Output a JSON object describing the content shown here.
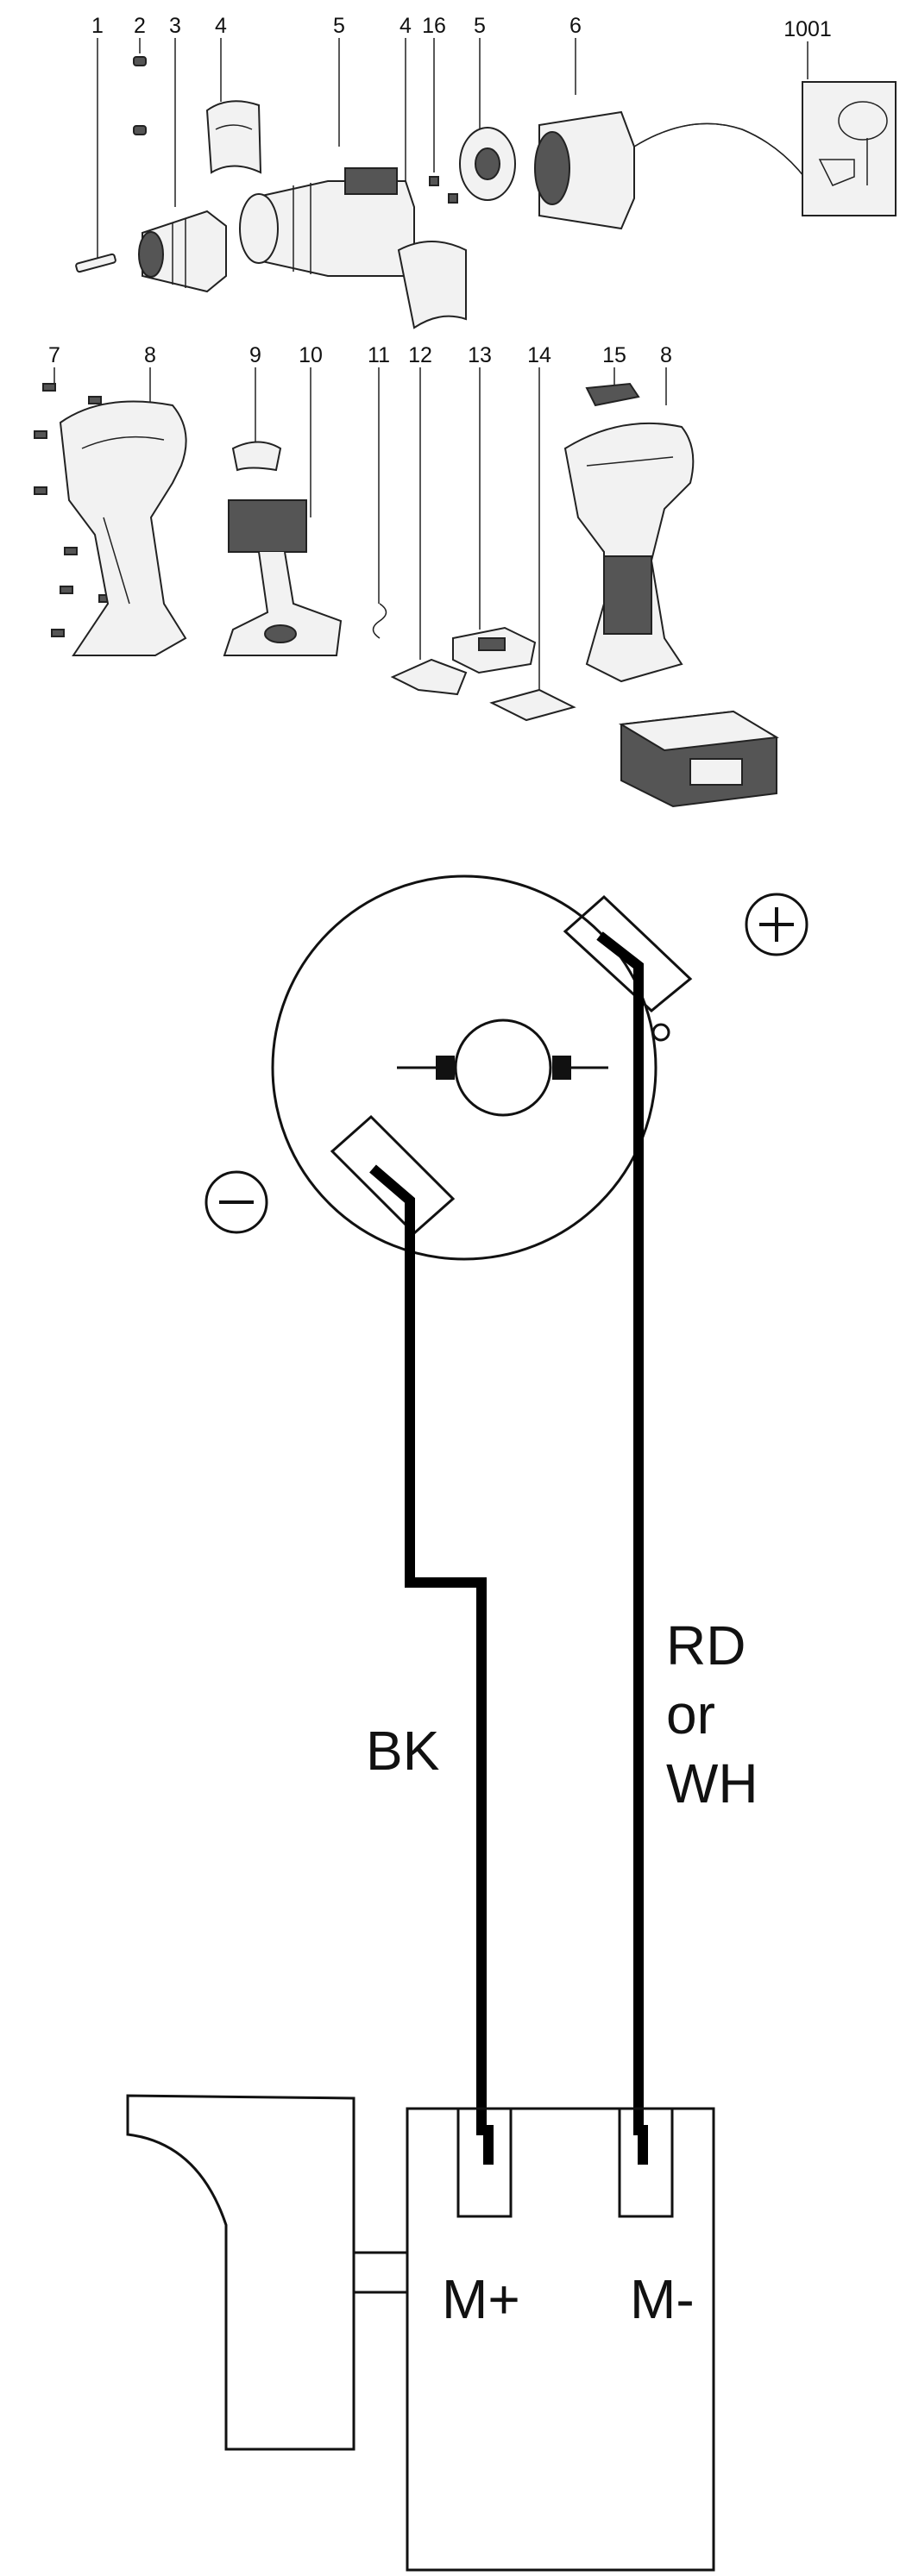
{
  "exploded_view": {
    "part_numbers": [
      "1",
      "2",
      "3",
      "4",
      "5",
      "4",
      "16",
      "5",
      "6",
      "1001",
      "7",
      "8",
      "9",
      "10",
      "11",
      "12",
      "13",
      "14",
      "15",
      "8"
    ]
  },
  "wiring_diagram": {
    "polarity": {
      "plus": "+",
      "minus": "−"
    },
    "wire_left_label": "BK",
    "wire_right_label_lines": [
      "RD",
      "or",
      "WH"
    ],
    "terminal_left": "M+",
    "terminal_right": "M-"
  }
}
